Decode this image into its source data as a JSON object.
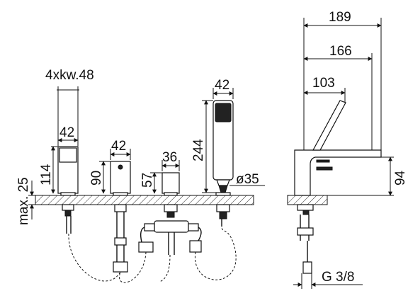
{
  "dimensions": {
    "d189": "189",
    "d166": "166",
    "d103": "103",
    "d94": "94",
    "thread": "G 3/8",
    "holes": "4xkw.48",
    "d42a": "42",
    "d114": "114",
    "d42b": "42",
    "d90": "90",
    "d36": "36",
    "d57": "57",
    "d42c": "42",
    "d244": "244",
    "d35": "ø35",
    "max25": "max. 25"
  }
}
